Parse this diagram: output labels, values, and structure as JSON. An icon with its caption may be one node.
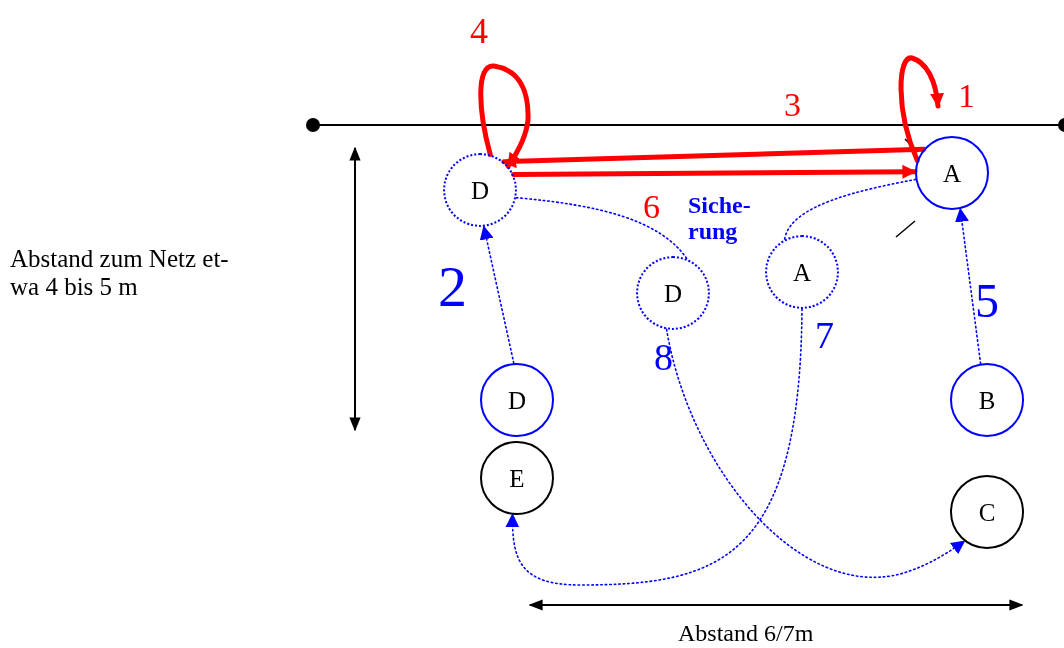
{
  "diagram": {
    "nodes": [
      {
        "text": [
          "D"
        ]
      },
      {
        "text": [
          "A"
        ]
      },
      {
        "text": [
          "D"
        ]
      },
      {
        "text": [
          "A"
        ]
      },
      {
        "text": [
          "D"
        ]
      },
      {
        "text": [
          "B"
        ]
      },
      {
        "text": [
          "E"
        ]
      },
      {
        "text": [
          "C"
        ]
      }
    ],
    "edges": [
      {
        "from": 0,
        "to": 1,
        "arrow": "to",
        "style": "thick",
        "color": "#ff0000"
      },
      {
        "from": 1,
        "to": 0,
        "arrow": "to",
        "style": "thick",
        "color": "#ff0000"
      },
      {
        "from": 1,
        "to": null,
        "arrow": "to",
        "style": "thick",
        "color": "#ff0000"
      },
      {
        "from": 0,
        "to": 0,
        "arrow": "to",
        "style": "thick",
        "color": "#ff0000"
      },
      {
        "from": 4,
        "to": 0,
        "arrow": "to",
        "style": "dashed"
      },
      {
        "from": 5,
        "to": 1,
        "arrow": "to",
        "style": "dashed"
      },
      {
        "from": 0,
        "to": 2,
        "arrow": "none",
        "style": "dashed"
      },
      {
        "from": 2,
        "to": 7,
        "arrow": "to",
        "style": "dashed"
      },
      {
        "from": 1,
        "to": 3,
        "arrow": "none",
        "style": "dashed"
      },
      {
        "from": 3,
        "to": 6,
        "arrow": "to",
        "style": "dashed"
      }
    ],
    "labels": [
      "4",
      "1",
      "3",
      "Abstand zum Netz et- wa 4 bis 5 m",
      "6",
      "Siche- rung",
      "2",
      "5",
      "7",
      "8",
      "Abstand 6/7m"
    ]
  }
}
